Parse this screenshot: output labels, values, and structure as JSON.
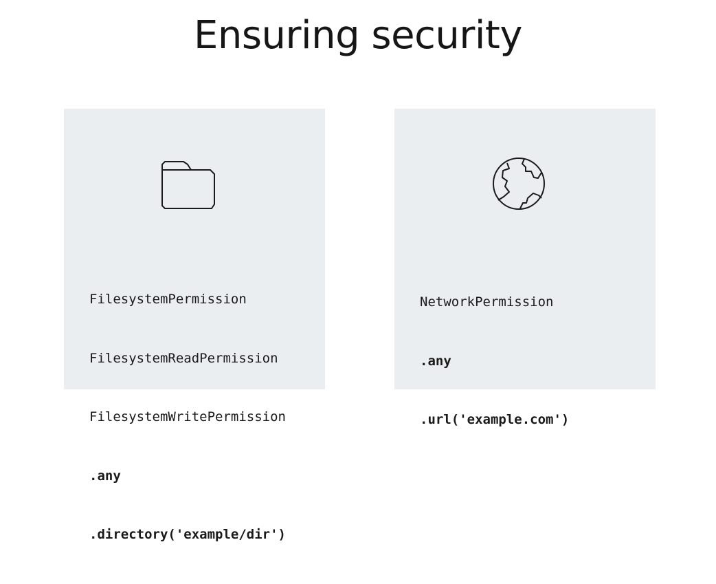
{
  "title": "Ensuring security",
  "cards": [
    {
      "icon": "folder-icon",
      "lines": [
        {
          "text": "FilesystemPermission",
          "style": "regular"
        },
        {
          "text": "FilesystemReadPermission",
          "style": "regular"
        },
        {
          "text": "FilesystemWritePermission",
          "style": "regular"
        },
        {
          "text": ".any",
          "style": "bold"
        },
        {
          "text": ".directory('example/dir')",
          "style": "bold"
        }
      ]
    },
    {
      "icon": "globe-icon",
      "lines": [
        {
          "text": "NetworkPermission",
          "style": "regular"
        },
        {
          "text": ".any",
          "style": "bold"
        },
        {
          "text": ".url('example.com')",
          "style": "bold"
        }
      ]
    }
  ],
  "colors": {
    "background": "#ffffff",
    "card": "#ebeef1",
    "text": "#1a1a1a"
  }
}
